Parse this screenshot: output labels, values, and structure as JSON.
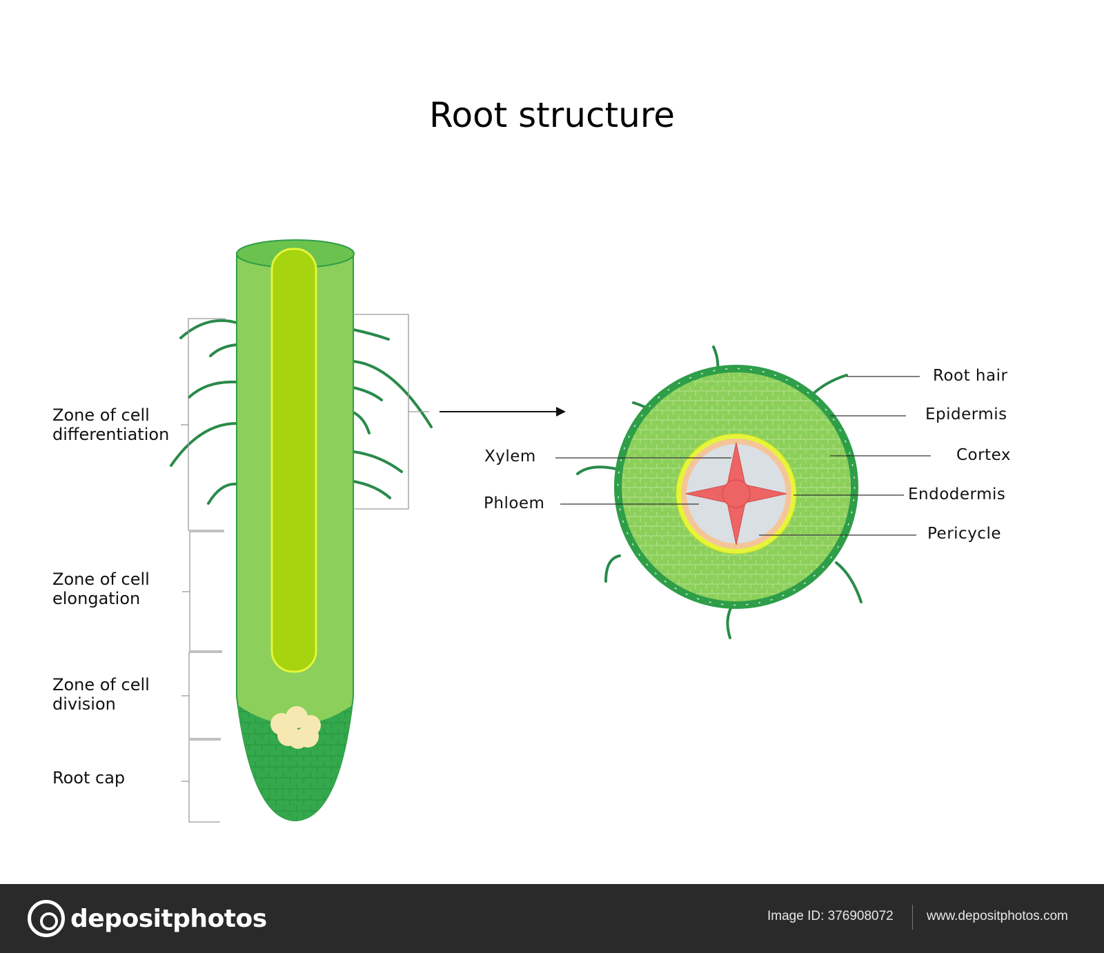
{
  "title": "Root structure",
  "longitudinal": {
    "zones": {
      "differentiation": [
        "Zone of cell",
        "differentiation"
      ],
      "elongation": [
        "Zone of cell",
        "elongation"
      ],
      "division": [
        "Zone of cell",
        "division"
      ],
      "root_cap": "Root cap"
    }
  },
  "cross_section": {
    "labels": {
      "root_hair": "Root hair",
      "epidermis": "Epidermis",
      "cortex": "Cortex",
      "endodermis": "Endodermis",
      "pericycle": "Pericycle",
      "xylem": "Xylem",
      "phloem": "Phloem"
    }
  },
  "colors": {
    "epidermis": "#2e9e48",
    "cortex": "#8ccf5a",
    "stele": "#a6d40e",
    "root_cap": "#34a84c",
    "meristem": "#f6e8b0",
    "endodermis": "#e6f53a",
    "pericycle": "#f5c59a",
    "vascular": "#d9dfe3",
    "xylem": "#ee6464",
    "hair": "#2a8a4a",
    "footer_bg": "#2a2a2a"
  },
  "footer": {
    "brand": "depositphotos",
    "image_id": "Image ID: 376908072",
    "url": "www.depositphotos.com"
  }
}
